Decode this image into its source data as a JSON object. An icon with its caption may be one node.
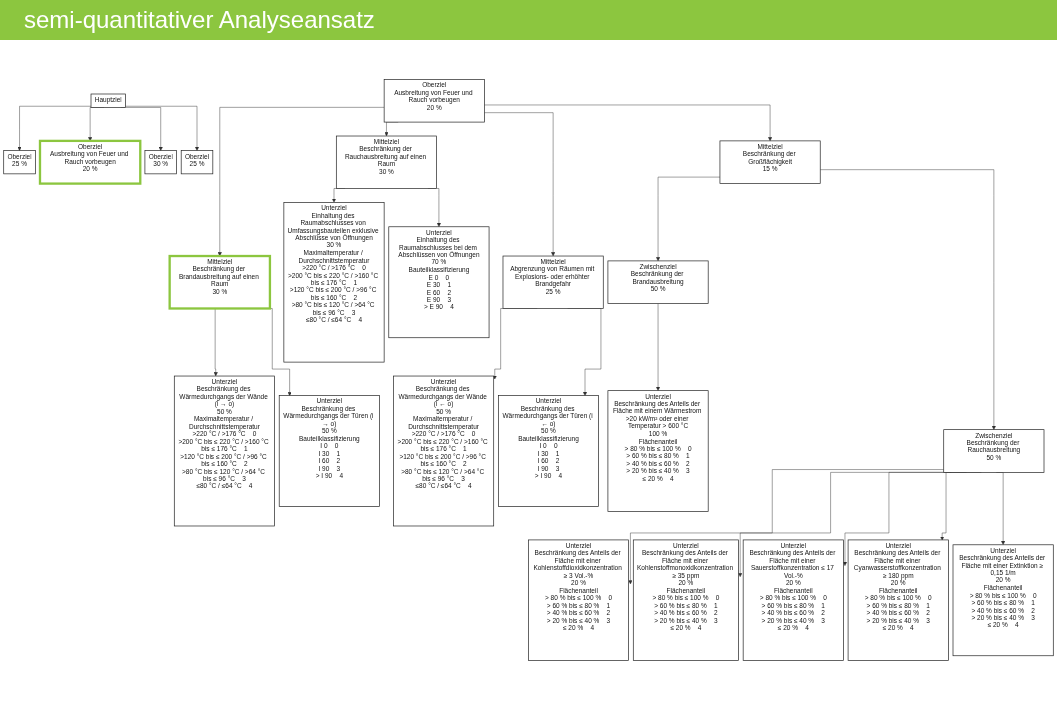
{
  "diagram": {
    "title": "semi-quantitativer Analyseansatz",
    "nodes": [
      {
        "text": [
          "Oberziel",
          "Ausbreitung von Feuer und Rauch vorbeugen",
          "20 %"
        ]
      },
      {
        "text": [
          "Mittelziel",
          "Beschränkung der Brandausbreitung auf einen Raum",
          "30 %"
        ]
      },
      {
        "text": [
          "Mittelziel",
          "Beschränkung der Rauchausbreitung auf einen Raum",
          "30 %"
        ]
      },
      {
        "text": [
          "Mittelziel",
          "Abgrenzung von Räumen mit Explosions- oder erhöhter Brandgefahr",
          "25 %"
        ]
      },
      {
        "text": [
          "Mittelziel",
          "Beschränkung der Großflächigkeit",
          "15 %"
        ]
      },
      {
        "text": [
          "Zwischenziel",
          "Beschränkung der Brandausbreitung",
          "50 %"
        ]
      },
      {
        "text": [
          "Zwischenziel",
          "Beschränkung der Rauchausbreitung",
          "50 %"
        ]
      },
      {
        "text": [
          "Unterziel",
          "Einhaltung des Raumabschlusses von Umfassungsbauteilen exklusive Abschlüsse von Öffnungen",
          "30 %",
          "Maximaltemperatur / Durchschnittstemperatur",
          ">220 °C / >176 °C",
          "0",
          ">200 °C bis ≤ 220 °C / >160 °C bis ≤ 176 °C",
          "1",
          ">120 °C bis ≤ 200 °C / >96 °C bis ≤ 160 °C",
          "2",
          ">80 °C bis ≤ 120 °C / >64 °C bis ≤ 96 °C",
          "3",
          "≤80 °C / ≤64 °C",
          "4"
        ]
      },
      {
        "text": [
          "Unterziel",
          "Einhaltung des Raumabschlusses bei dem Abschlüssen von Öffnungen",
          "70 %",
          "Bauteilklassifizierung",
          "E 0",
          "0",
          "E 30",
          "1",
          "E 60",
          "2",
          "E 90",
          "3",
          "> E 90",
          "4"
        ]
      },
      {
        "text": [
          "Unterziel",
          "Beschränkung des Anteils der Fläche mit einem Wärmestrom >20 kW/m² oder einer Temperatur > 600 °C",
          "100 %",
          "Flächenanteil",
          "> 80 % bis ≤ 100 %",
          "0",
          "> 60 % bis ≤ 80 %",
          "1",
          "> 40 % bis ≤ 60 %",
          "2",
          "> 20 % bis ≤ 40 %",
          "3",
          "≤ 20 %",
          "4"
        ]
      },
      {
        "text": [
          "Unterziel",
          "Beschränkung des Anteils der Fläche mit einer Kohlenstoffdioxidkonzentration ≥ 3 Vol.-%",
          "20 %",
          "Flächenanteil",
          "> 80 % bis ≤ 100 %",
          "0",
          "> 60 % bis ≤ 80 %",
          "1",
          "> 40 % bis ≤ 60 %",
          "2",
          "> 20 % bis ≤ 40 %",
          "3",
          "≤ 20 %",
          "4"
        ]
      },
      {
        "text": [
          "Unterziel",
          "Beschränkung des Anteils der Fläche mit einer Kohlenstoffmonoxidkonzentration ≥ 35 ppm",
          "20 %",
          "Flächenanteil",
          "> 80 % bis ≤ 100 %",
          "0",
          "> 60 % bis ≤ 80 %",
          "1",
          "> 40 % bis ≤ 60 %",
          "2",
          "> 20 % bis ≤ 40 %",
          "3",
          "≤ 20 %",
          "4"
        ]
      },
      {
        "text": [
          "Unterziel",
          "Beschränkung des Wärmedurchgangs der Wände (i → o)",
          "50 %",
          "Maximaltemperatur / Durchschnittstemperatur",
          ">220 °C / >176 °C",
          "0",
          ">200 °C bis ≤ 220 °C / >160 °C bis ≤ 176 °C",
          "1",
          ">120 °C bis ≤ 200 °C / >96 °C bis ≤ 160 °C",
          "2",
          ">80 °C bis ≤ 120 °C / >64 °C bis ≤ 96 °C",
          "3",
          "≤80 °C / ≤64 °C",
          "4"
        ]
      },
      {
        "text": [
          "Unterziel",
          "Beschränkung des Wärmedurchgangs der Türen (i → o)",
          "50 %",
          "Bauteilklassifizierung",
          "I 0",
          "0",
          "I 30",
          "1",
          "I 60",
          "2",
          "I 90",
          "3",
          "> I 90",
          "4"
        ]
      },
      {
        "text": [
          "Unterziel",
          "Beschränkung des Wärmedurchgangs der Wände (i ← o)",
          "50 %",
          "Maximaltemperatur / Durchschnittstemperatur",
          ">220 °C / >176 °C",
          "0",
          ">200 °C bis ≤ 220 °C / >160 °C bis ≤ 176 °C",
          "1",
          ">120 °C bis ≤ 200 °C / >96 °C bis ≤ 160 °C",
          "2",
          ">80 °C bis ≤ 120 °C / >64 °C bis ≤ 96 °C",
          "3",
          "≤80 °C / ≤64 °C",
          "4"
        ]
      },
      {
        "text": [
          "Unterziel",
          "Beschränkung des Wärmedurchgangs der Türen (i ← o)",
          "50 %",
          "Bauteilklassifizierung",
          "I 0",
          "0",
          "I 30",
          "1",
          "I 60",
          "2",
          "I 90",
          "3",
          "> I 90",
          "4"
        ]
      },
      {
        "text": [
          "Unterziel",
          "Beschränkung des Anteils der Fläche mit einer Sauerstoffkonzentration ≤ 17 Vol.-%",
          "20 %",
          "Flächenanteil",
          "> 80 % bis ≤ 100 %",
          "0",
          "> 60 % bis ≤ 80 %",
          "1",
          "> 40 % bis ≤ 60 %",
          "2",
          "> 20 % bis ≤ 40 %",
          "3",
          "≤ 20 %",
          "4"
        ]
      },
      {
        "text": [
          "Unterziel",
          "Beschränkung des Anteils der Fläche mit einer Cyanwasserstoffkonzentration ≥ 180 ppm",
          "20 %",
          "Flächenanteil",
          "> 80 % bis ≤ 100 %",
          "0",
          "> 60 % bis ≤ 80 %",
          "1",
          "> 40 % bis ≤ 60 %",
          "2",
          "> 20 % bis ≤ 40 %",
          "3",
          "≤ 20 %",
          "4"
        ]
      },
      {
        "text": [
          "Unterziel",
          "Beschränkung des Anteils der Fläche mit einer Extinktion ≥ 0,15 1/m",
          "20 %",
          "Flächenanteil",
          "> 80 % bis ≤ 100 %",
          "0",
          "> 60 % bis ≤ 80 %",
          "1",
          "> 40 % bis ≤ 60 %",
          "2",
          "> 20 % bis ≤ 40 %",
          "3",
          "≤ 20 %",
          "4"
        ]
      },
      {
        "text": [
          "Hauptziel"
        ]
      },
      {
        "text": [
          "Oberziel",
          "25 %"
        ]
      },
      {
        "text": [
          "Oberziel",
          "Ausbreitung von Feuer und Rauch vorbeugen",
          "20 %"
        ]
      },
      {
        "text": [
          "Oberziel",
          "30 %"
        ]
      },
      {
        "text": [
          "Oberziel",
          "25 %"
        ]
      }
    ],
    "edges": [
      {
        "from": 0,
        "to": 1,
        "arrow": "to"
      },
      {
        "from": 0,
        "to": 2,
        "arrow": "to"
      },
      {
        "from": 0,
        "to": 3,
        "arrow": "to"
      },
      {
        "from": 0,
        "to": 4,
        "arrow": "to"
      },
      {
        "from": 4,
        "to": 5,
        "arrow": "to"
      },
      {
        "from": 4,
        "to": 6,
        "arrow": "to"
      },
      {
        "from": 2,
        "to": 7,
        "arrow": "to"
      },
      {
        "from": 2,
        "to": 8,
        "arrow": "to"
      },
      {
        "from": 5,
        "to": 9,
        "arrow": "to"
      },
      {
        "from": 6,
        "to": 10,
        "arrow": "to"
      },
      {
        "from": 6,
        "to": 11,
        "arrow": "to"
      },
      {
        "from": 1,
        "to": 12,
        "arrow": "to"
      },
      {
        "from": 1,
        "to": 13,
        "arrow": "to"
      },
      {
        "from": 3,
        "to": 14,
        "arrow": "to"
      },
      {
        "from": 3,
        "to": 15,
        "arrow": "to"
      },
      {
        "from": 6,
        "to": 16,
        "arrow": "to"
      },
      {
        "from": 6,
        "to": 17,
        "arrow": "to"
      },
      {
        "from": 6,
        "to": 18,
        "arrow": "to"
      },
      {
        "from": 19,
        "to": 20,
        "arrow": "to"
      },
      {
        "from": 19,
        "to": 21,
        "arrow": "to"
      },
      {
        "from": 19,
        "to": 22,
        "arrow": "to"
      },
      {
        "from": 19,
        "to": 23,
        "arrow": "to"
      }
    ]
  }
}
